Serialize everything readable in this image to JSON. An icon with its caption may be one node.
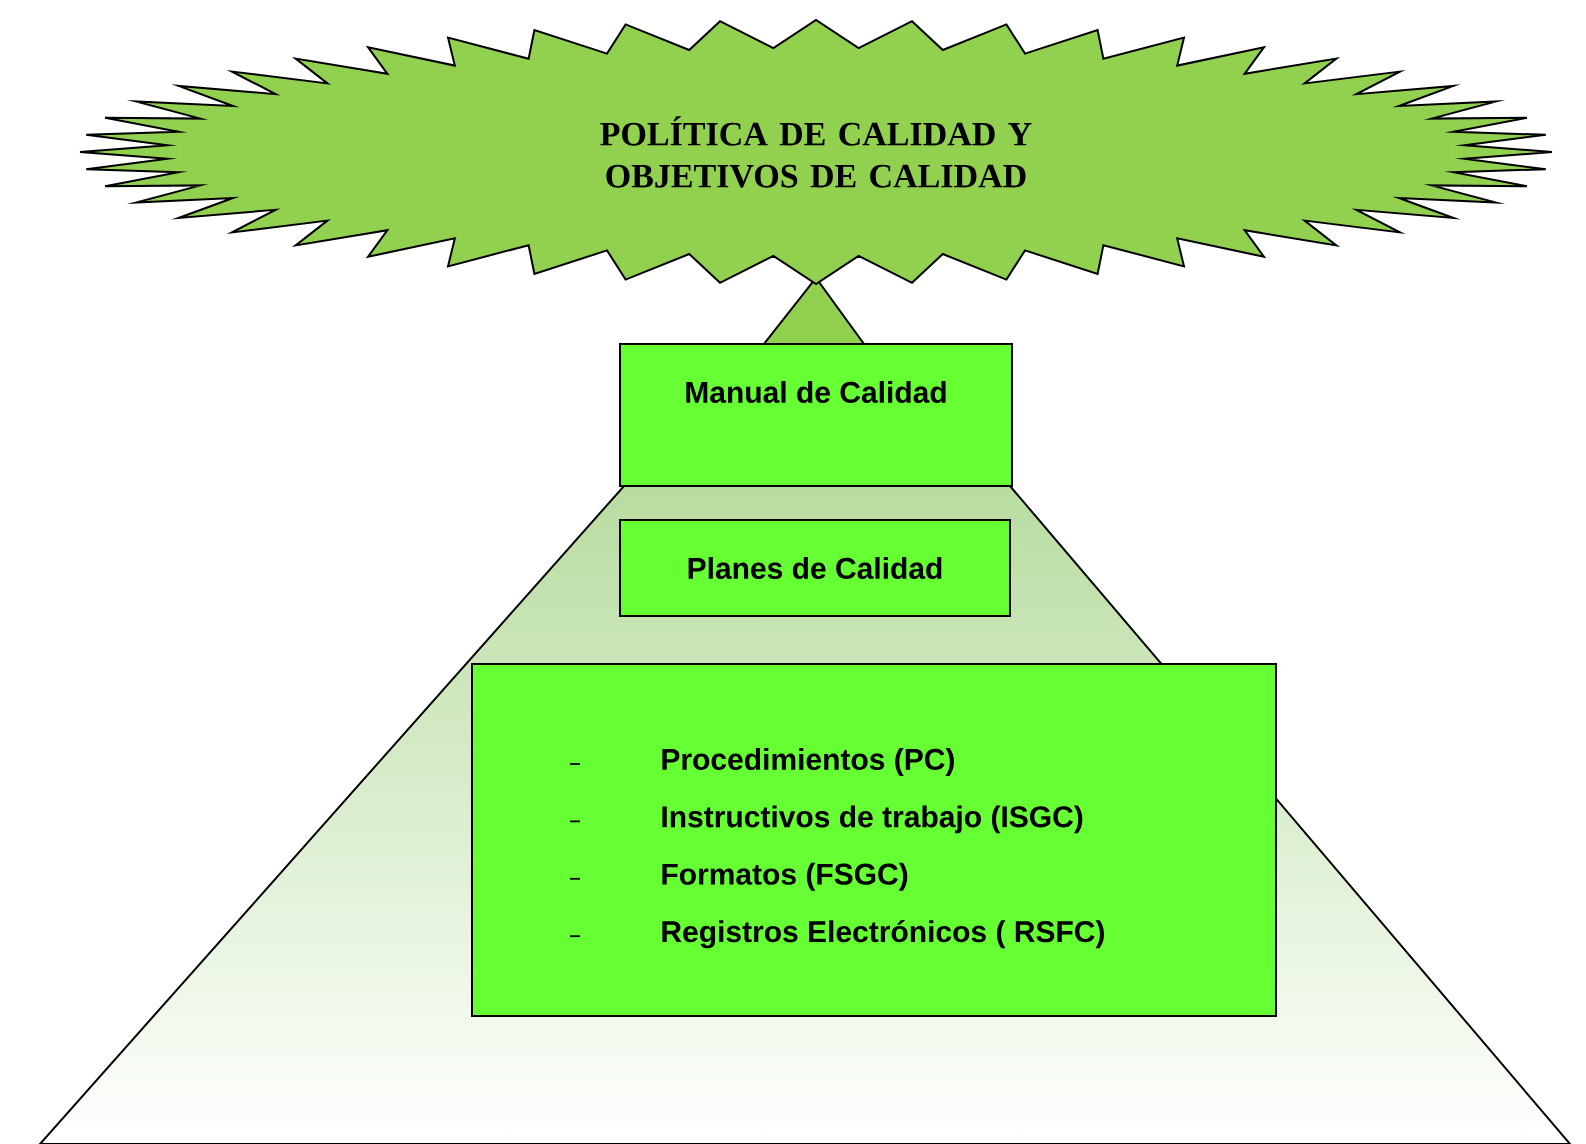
{
  "diagram": {
    "nodes": [
      {
        "text": [
          "POLÍTICA DE CALIDAD Y OBJETIVOS DE CALIDAD"
        ]
      },
      {
        "text": [
          "Manual de Calidad"
        ]
      },
      {
        "text": [
          "Planes de Calidad"
        ]
      },
      {
        "text": [
          "Procedimientos (PC)",
          "Instructivos de trabajo (ISGC)",
          "Formatos (FSGC)",
          "Registros Electrónicos ( RSFC)"
        ]
      }
    ]
  }
}
